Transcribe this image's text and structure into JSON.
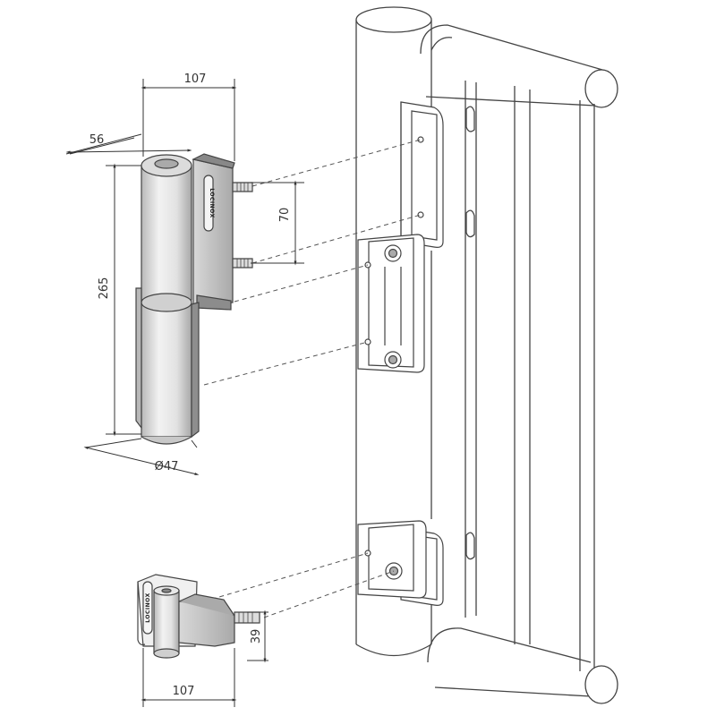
{
  "brand": "LOCINOX",
  "dimensions": {
    "width_top": "107",
    "depth_top": "56",
    "height": "265",
    "bolt_spacing": "70",
    "diameter": "Ø47",
    "height_bottom": "39",
    "width_bottom": "107"
  },
  "colors": {
    "line": "#444444",
    "hinge_light": "#e6e6e6",
    "hinge_mid": "#cfcfcf",
    "hinge_dark": "#9a9a9a",
    "plate": "#c4c4c4"
  }
}
